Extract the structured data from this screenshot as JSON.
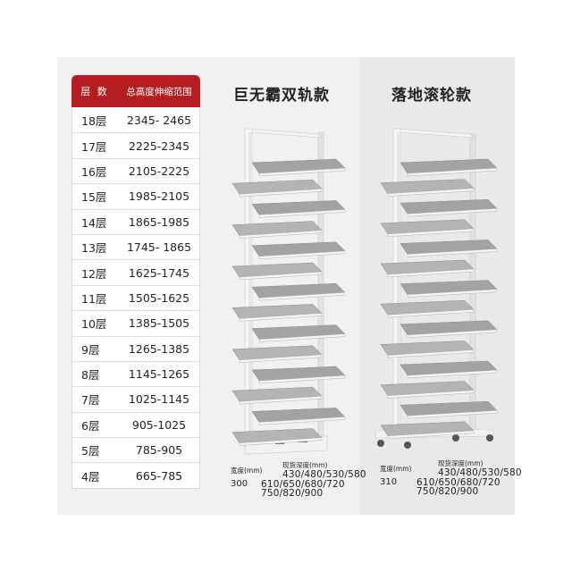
{
  "table": {
    "header_layer": "层 数",
    "header_range": "总高度伸缩范围",
    "rows": [
      {
        "layer": "18层",
        "range": "2345- 2465"
      },
      {
        "layer": "17层",
        "range": "2225-2345"
      },
      {
        "layer": "16层",
        "range": "2105-2225"
      },
      {
        "layer": "15层",
        "range": "1985-2105"
      },
      {
        "layer": "14层",
        "range": "1865-1985"
      },
      {
        "layer": "13层",
        "range": "1745- 1865"
      },
      {
        "layer": "12层",
        "range": "1625-1745"
      },
      {
        "layer": "11层",
        "range": "1505-1625"
      },
      {
        "layer": "10层",
        "range": "1385-1505"
      },
      {
        "layer": "9层",
        "range": "1265-1385"
      },
      {
        "layer": "8层",
        "range": "1145-1265"
      },
      {
        "layer": "7层",
        "range": "1025-1145"
      },
      {
        "layer": "6层",
        "range": "905-1025"
      },
      {
        "layer": "5层",
        "range": "785-905"
      },
      {
        "layer": "4层",
        "range": "665-785"
      }
    ]
  },
  "variants": {
    "left": {
      "title": "巨无霸双轨款",
      "width_label": "宽度(mm)",
      "width_value": "300",
      "depth_label": "现货深度(mm)",
      "depth_line1": "430/480/530/580",
      "depth_line2": "610/650/680/720",
      "depth_line3": "750/820/900"
    },
    "right": {
      "title": "落地滚轮款",
      "width_label": "宽度(mm)",
      "width_value": "310",
      "depth_label": "现货深度(mm)",
      "depth_line1": "430/480/530/580",
      "depth_line2": "610/650/680/720",
      "depth_line3": "750/820/900"
    }
  },
  "colors": {
    "header_red": "#b51d22",
    "frame": "#ededed",
    "shelf": "#9a9a9a"
  }
}
